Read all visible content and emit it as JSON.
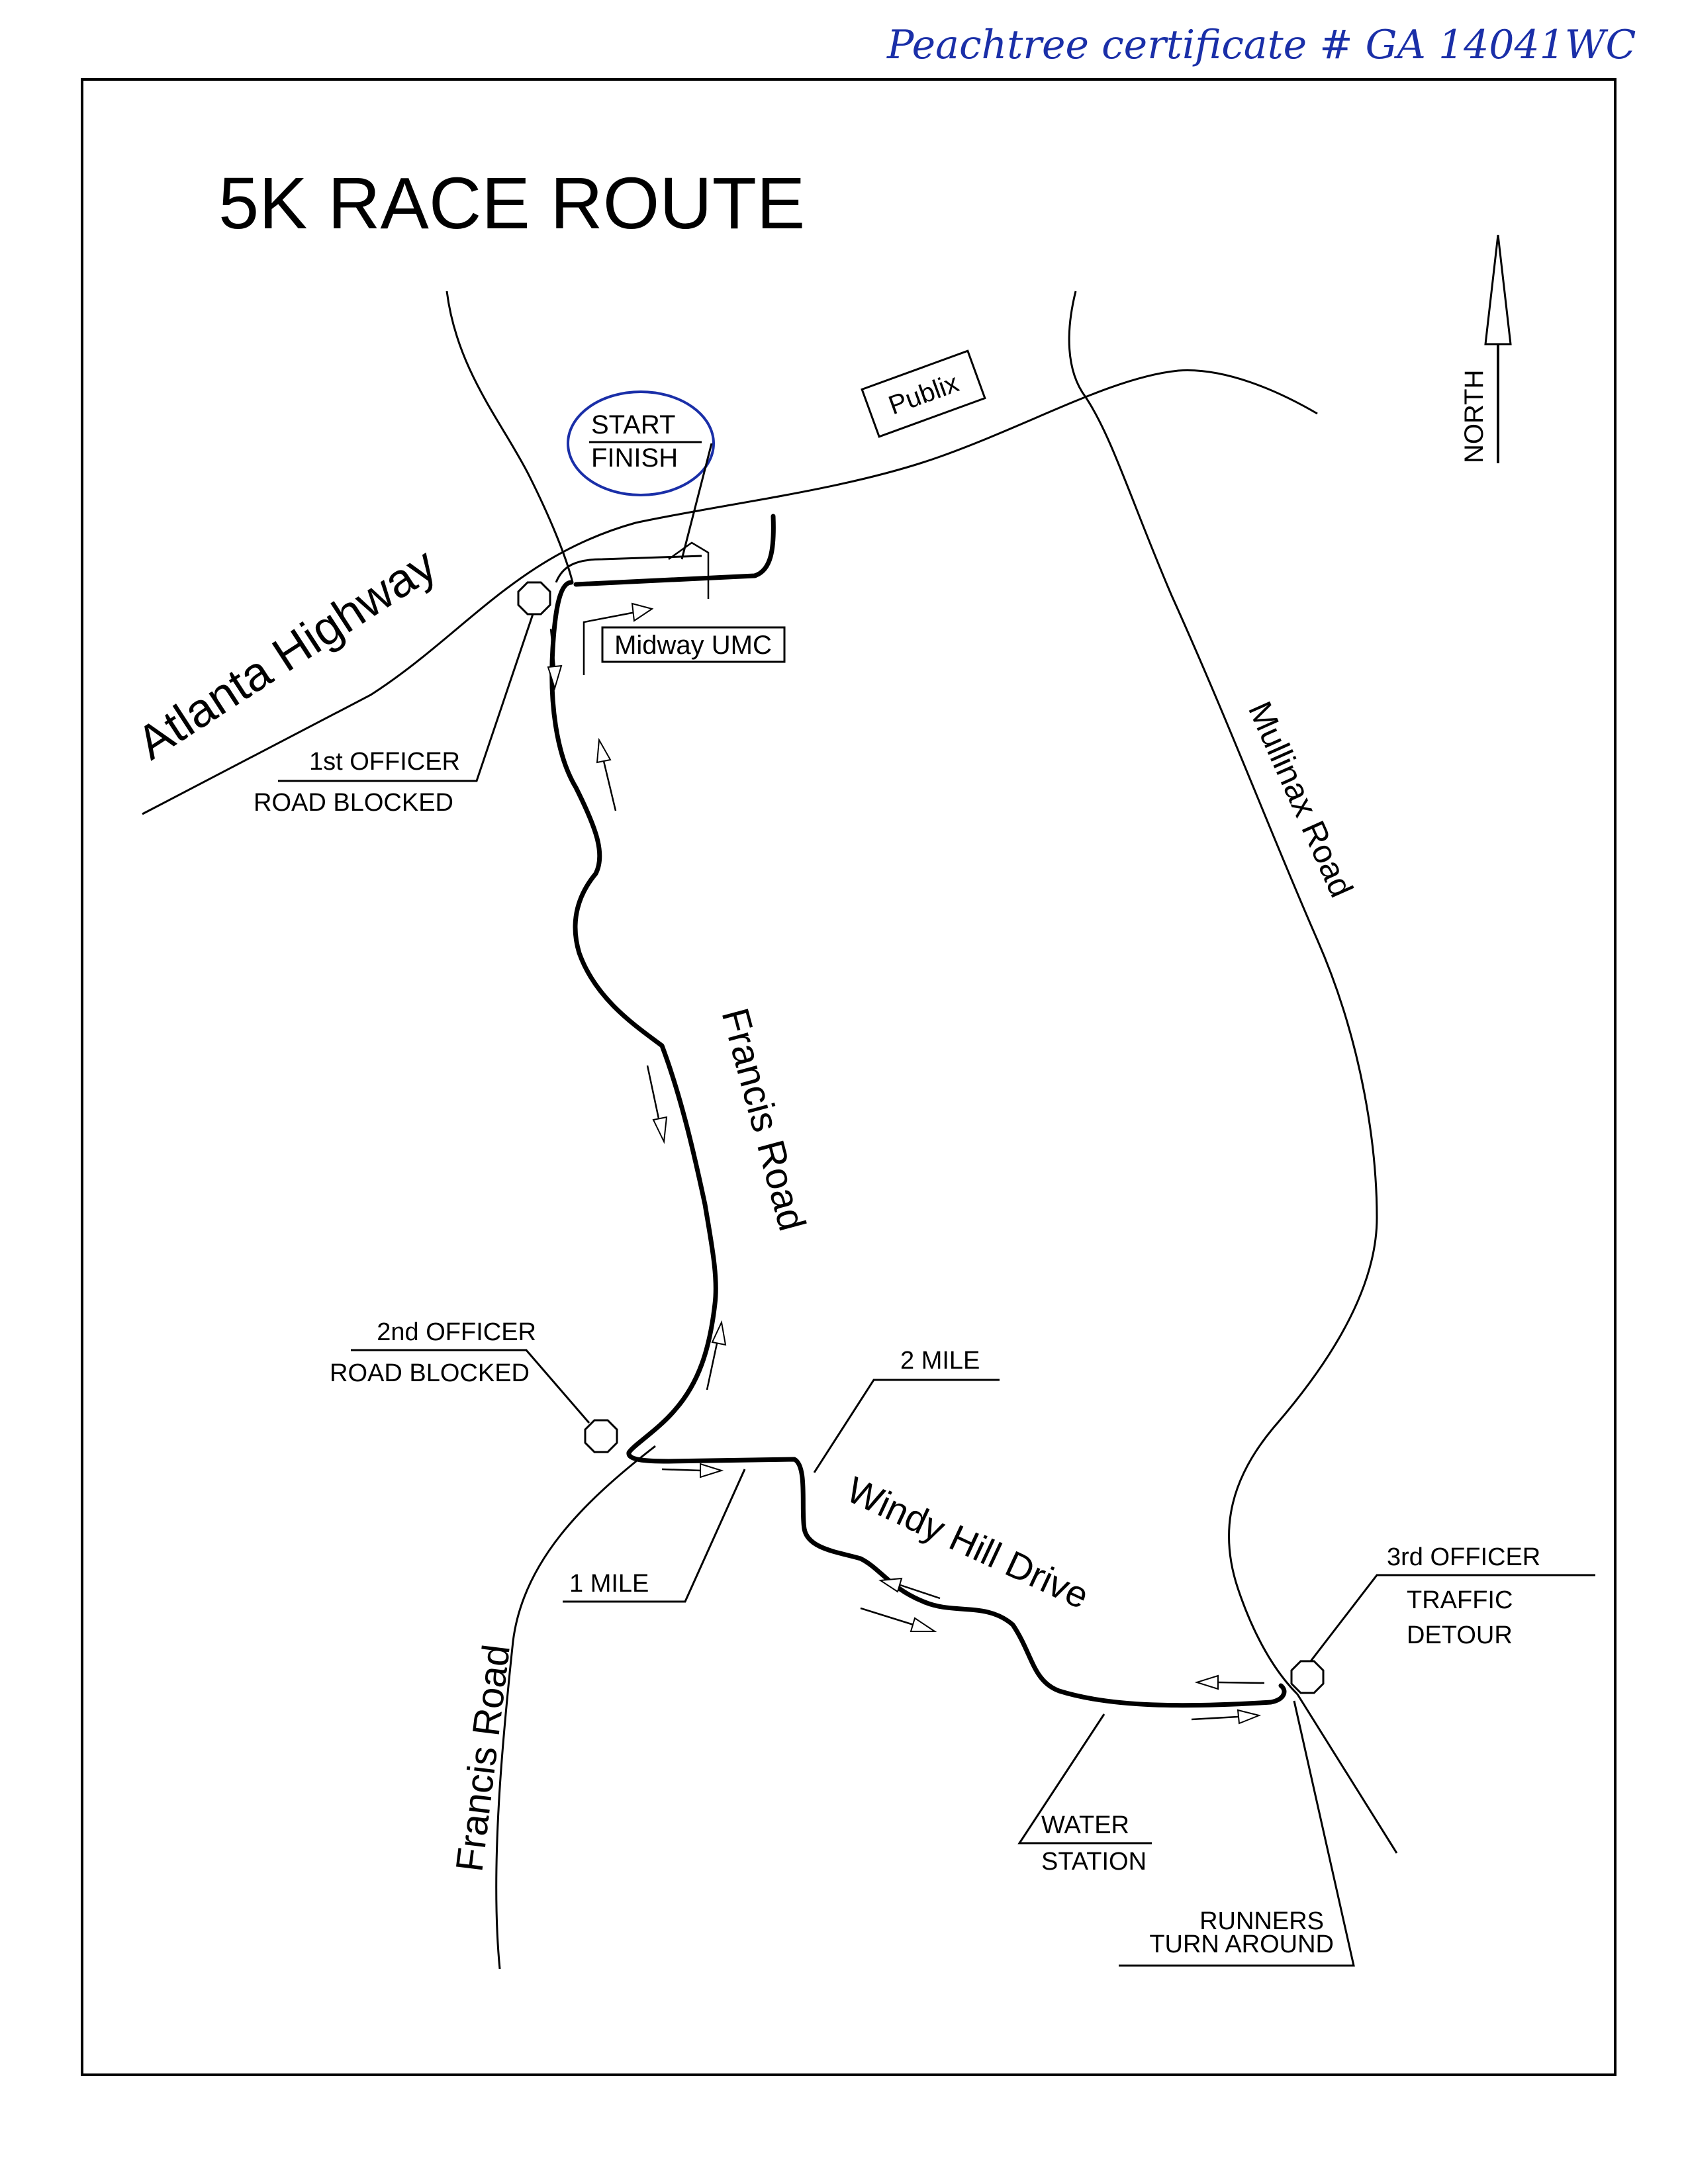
{
  "annotation": "Peachtree certificate # GA 14041WC",
  "title": "5K RACE ROUTE",
  "compass": {
    "label": "NORTH",
    "icon": "north-arrow-icon"
  },
  "landmarks": {
    "start_finish": [
      "START",
      "FINISH"
    ],
    "publix": "Publix",
    "church": "Midway UMC"
  },
  "roads": {
    "atlanta_highway": "Atlanta Highway",
    "francis_road_north": "Francis Road",
    "francis_road_south": "Francis Road",
    "mullinax_road": "Mullinax Road",
    "windy_hill_drive": "Windy Hill Drive"
  },
  "officers": {
    "first": {
      "title": "1st OFFICER",
      "note": "ROAD BLOCKED"
    },
    "second": {
      "title": "2nd OFFICER",
      "note": "ROAD BLOCKED"
    },
    "third": {
      "title": "3rd OFFICER",
      "note_line1": "TRAFFIC",
      "note_line2": "DETOUR"
    }
  },
  "mile_markers": {
    "one": "1 MILE",
    "two": "2 MILE"
  },
  "water_station": [
    "WATER",
    "STATION"
  ],
  "turnaround": [
    "RUNNERS",
    "TURN AROUND"
  ],
  "colors": {
    "ink": "#000000",
    "handwriting": "#1a2fa8",
    "paper": "#ffffff"
  }
}
